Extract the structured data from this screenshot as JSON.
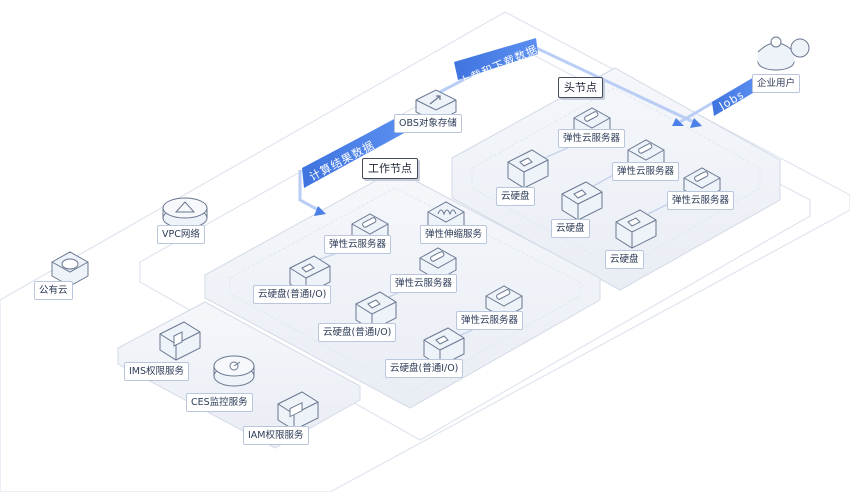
{
  "diagram": {
    "zones": {
      "head_node": "头节点",
      "worker_node": "工作节点"
    },
    "flows": {
      "upload_download": "上载和下载数据",
      "compute_results": "计算结果数据",
      "jobs": "Jobs"
    },
    "nodes": {
      "enterprise_user": "企业用户",
      "obs": "OBS对象存储",
      "vpc": "VPC网络",
      "public_cloud": "公有云",
      "auto_scaling": "弹性伸缩服务",
      "ims": "IMS权限服务",
      "ces": "CES监控服务",
      "iam": "IAM权限服务",
      "head_ecs_1": "弹性云服务器",
      "head_ecs_2": "弹性云服务器",
      "head_ecs_3": "弹性云服务器",
      "head_evs_1": "云硬盘",
      "head_evs_2": "云硬盘",
      "head_evs_3": "云硬盘",
      "worker_ecs_1": "弹性云服务器",
      "worker_ecs_2": "弹性云服务器",
      "worker_ecs_3": "弹性云服务器",
      "worker_evs_1": "云硬盘(普通I/O)",
      "worker_evs_2": "云硬盘(普通I/O)",
      "worker_evs_3": "云硬盘(普通I/O)"
    },
    "colors": {
      "accent": "#4a80e8",
      "accent_light": "#b9cdf5",
      "line": "#c9d3e3",
      "icon_fill": "#eef2f9",
      "icon_stroke": "#6a7890"
    }
  }
}
